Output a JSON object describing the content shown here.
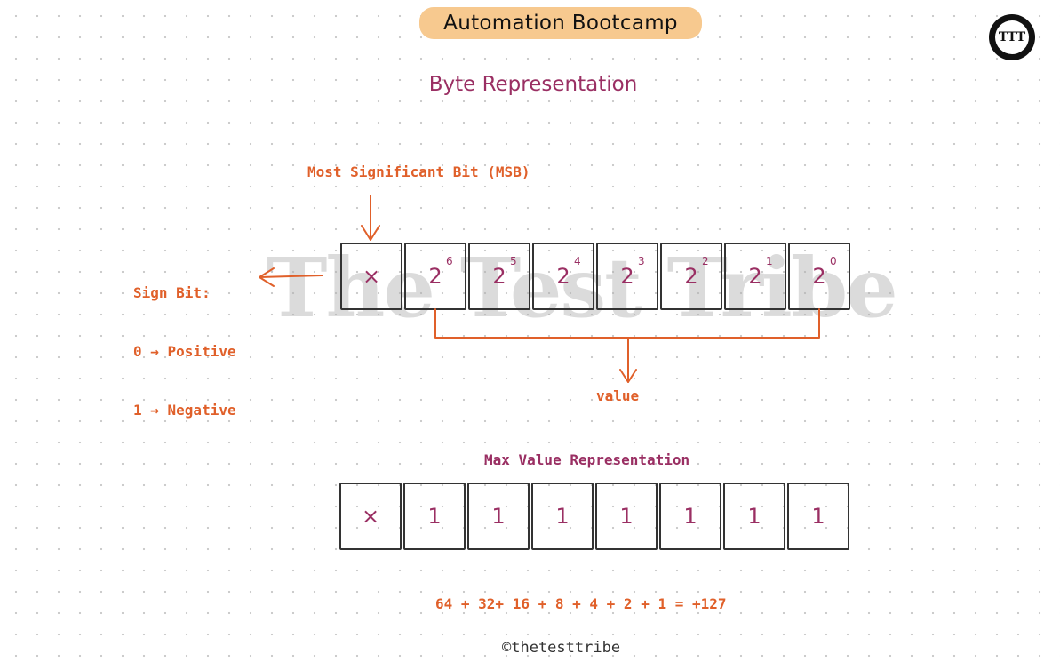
{
  "header": {
    "title": "Automation Bootcamp"
  },
  "logo": {
    "text": "TTT"
  },
  "diagram": {
    "title": "Byte Representation",
    "msb_label": "Most Significant Bit (MSB)",
    "sign_bit_lines": [
      "Sign Bit:",
      "0 → Positive",
      "1 → Negative"
    ],
    "value_label": "value",
    "watermark": "The Test Tribe",
    "bits_top": [
      {
        "base": "×",
        "exp": ""
      },
      {
        "base": "2",
        "exp": "6"
      },
      {
        "base": "2",
        "exp": "5"
      },
      {
        "base": "2",
        "exp": "4"
      },
      {
        "base": "2",
        "exp": "3"
      },
      {
        "base": "2",
        "exp": "2"
      },
      {
        "base": "2",
        "exp": "1"
      },
      {
        "base": "2",
        "exp": "0"
      }
    ],
    "max_title": "Max Value Representation",
    "bits_max": [
      "×",
      "1",
      "1",
      "1",
      "1",
      "1",
      "1",
      "1"
    ],
    "sum_text": "64 + 32+ 16 + 8 + 4 + 2 + 1 = +127",
    "footer": "©thetesttribe",
    "colors": {
      "accent_orange": "#e0602a",
      "accent_purple": "#9a2f63",
      "header_bg": "#f7c98f"
    }
  }
}
